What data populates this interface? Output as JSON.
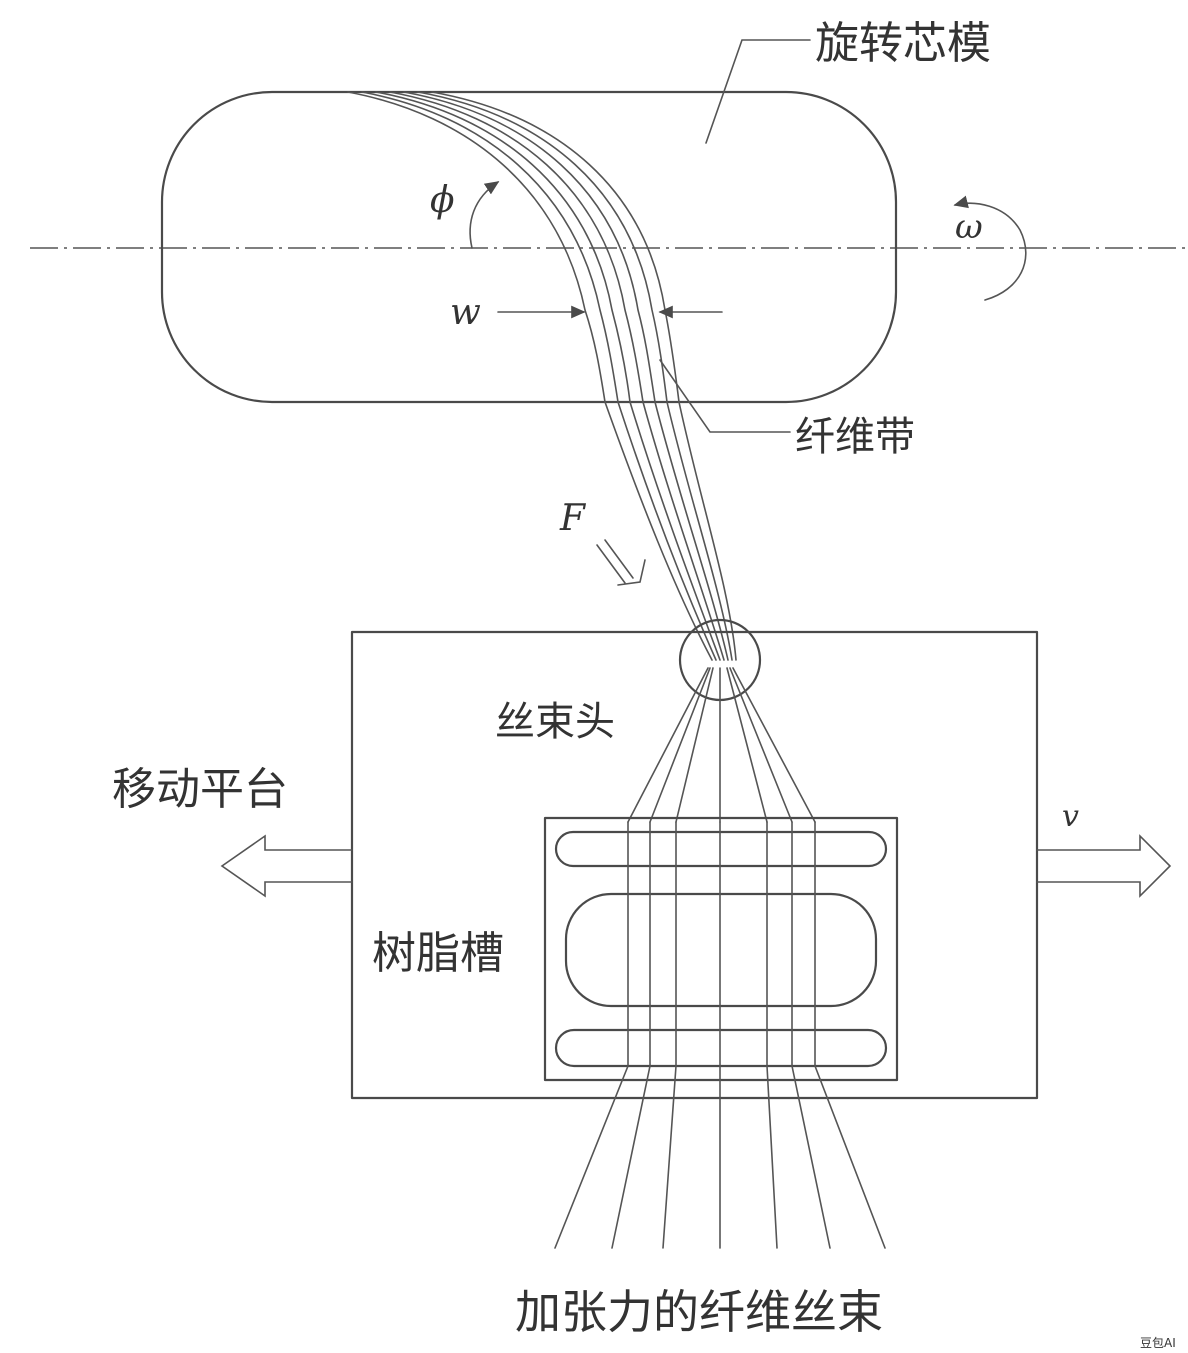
{
  "labels": {
    "mandrel": "旋转芯模",
    "fiber_band": "纤维带",
    "bundle_head": "丝束头",
    "platform": "移动平台",
    "resin_tank": "树脂槽",
    "tensioned_tows": "加张力的纤维丝束",
    "phi": "ϕ",
    "omega": "ω",
    "width": "w",
    "force": "F",
    "velocity": "v",
    "watermark": "豆包AI"
  }
}
